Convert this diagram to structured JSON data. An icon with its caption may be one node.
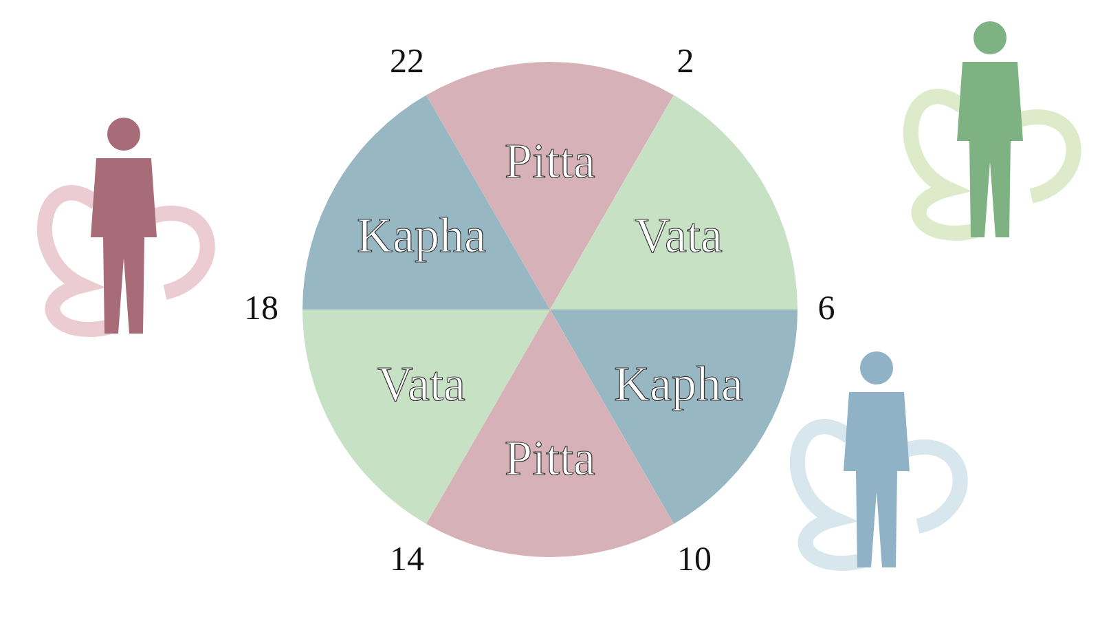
{
  "diagram": {
    "nodes": [
      {
        "text": [
          "Pitta"
        ]
      },
      {
        "text": [
          "Kapha"
        ]
      },
      {
        "text": [
          "Vata"
        ]
      },
      {
        "text": [
          "Vata"
        ]
      },
      {
        "text": [
          "Kapha"
        ]
      },
      {
        "text": [
          "Pitta"
        ]
      }
    ],
    "labels": [
      "22",
      "2",
      "18",
      "6",
      "14",
      "10"
    ]
  }
}
